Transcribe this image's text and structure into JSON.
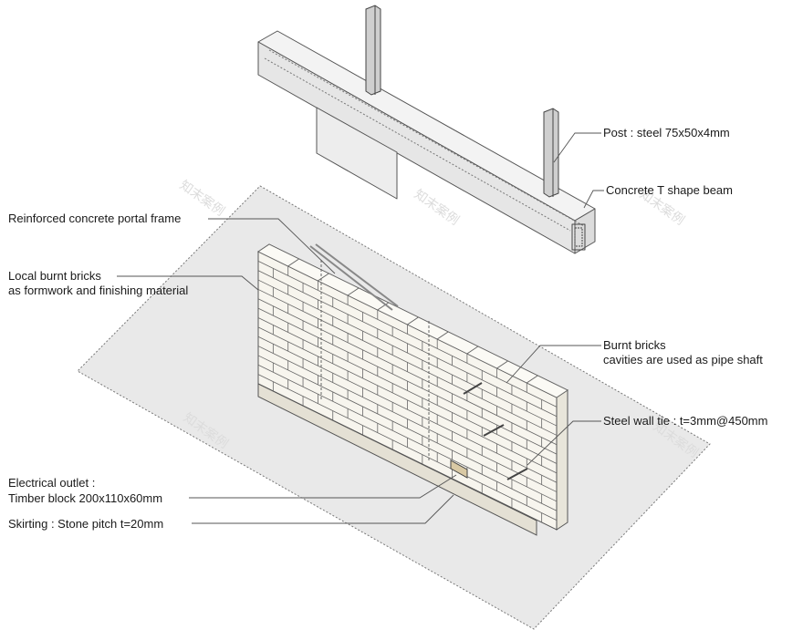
{
  "labels": {
    "post": "Post : steel 75x50x4mm",
    "beam": "Concrete T shape beam",
    "portal": "Reinforced concrete portal frame",
    "bricks_line1": "Local burnt bricks",
    "bricks_line2": "as formwork and finishing material",
    "shaft_line1": "Burnt bricks",
    "shaft_line2": "cavities are used as pipe shaft",
    "wall_tie": "Steel wall tie : t=3mm@450mm",
    "outlet_line1": "Electrical outlet :",
    "outlet_line2": "Timber block 200x110x60mm",
    "skirting": "Skirting : Stone pitch t=20mm"
  },
  "watermark": "知末案例",
  "colors": {
    "line": "#4a4a4a",
    "leader": "#555555",
    "ground": "#e9e9e9",
    "brick": "#f7f5ee",
    "steel": "#d4d4d4",
    "concrete": "#ededed"
  }
}
